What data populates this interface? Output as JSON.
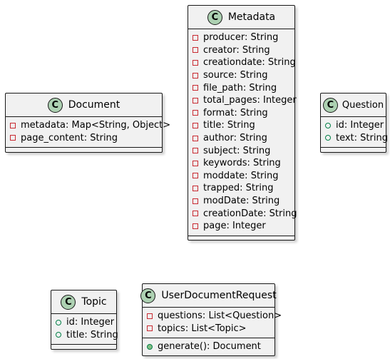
{
  "diagram": {
    "classes": [
      {
        "id": "document",
        "stereotype": "C",
        "name": "Document",
        "attributes": [
          {
            "visibility": "private",
            "text": "metadata: Map<String, Object>"
          },
          {
            "visibility": "private",
            "text": "page_content: String"
          }
        ],
        "methods": []
      },
      {
        "id": "metadata",
        "stereotype": "C",
        "name": "Metadata",
        "attributes": [
          {
            "visibility": "private",
            "text": "producer: String"
          },
          {
            "visibility": "private",
            "text": "creator: String"
          },
          {
            "visibility": "private",
            "text": "creationdate: String"
          },
          {
            "visibility": "private",
            "text": "source: String"
          },
          {
            "visibility": "private",
            "text": "file_path: String"
          },
          {
            "visibility": "private",
            "text": "total_pages: Integer"
          },
          {
            "visibility": "private",
            "text": "format: String"
          },
          {
            "visibility": "private",
            "text": "title: String"
          },
          {
            "visibility": "private",
            "text": "author: String"
          },
          {
            "visibility": "private",
            "text": "subject: String"
          },
          {
            "visibility": "private",
            "text": "keywords: String"
          },
          {
            "visibility": "private",
            "text": "moddate: String"
          },
          {
            "visibility": "private",
            "text": "trapped: String"
          },
          {
            "visibility": "private",
            "text": "modDate: String"
          },
          {
            "visibility": "private",
            "text": "creationDate: String"
          },
          {
            "visibility": "private",
            "text": "page: Integer"
          }
        ],
        "methods": []
      },
      {
        "id": "question",
        "stereotype": "C",
        "name": "Question",
        "attributes": [
          {
            "visibility": "public",
            "text": "id: Integer"
          },
          {
            "visibility": "public",
            "text": "text: String"
          }
        ],
        "methods": []
      },
      {
        "id": "topic",
        "stereotype": "C",
        "name": "Topic",
        "attributes": [
          {
            "visibility": "public",
            "text": "id: Integer"
          },
          {
            "visibility": "public",
            "text": "title: String"
          }
        ],
        "methods": []
      },
      {
        "id": "userdocumentrequest",
        "stereotype": "C",
        "name": "UserDocumentRequest",
        "attributes": [
          {
            "visibility": "private",
            "text": "questions: List<Question>"
          },
          {
            "visibility": "private",
            "text": "topics: List<Topic>"
          }
        ],
        "methods": [
          {
            "visibility": "public",
            "text": "generate(): Document"
          }
        ]
      }
    ]
  }
}
